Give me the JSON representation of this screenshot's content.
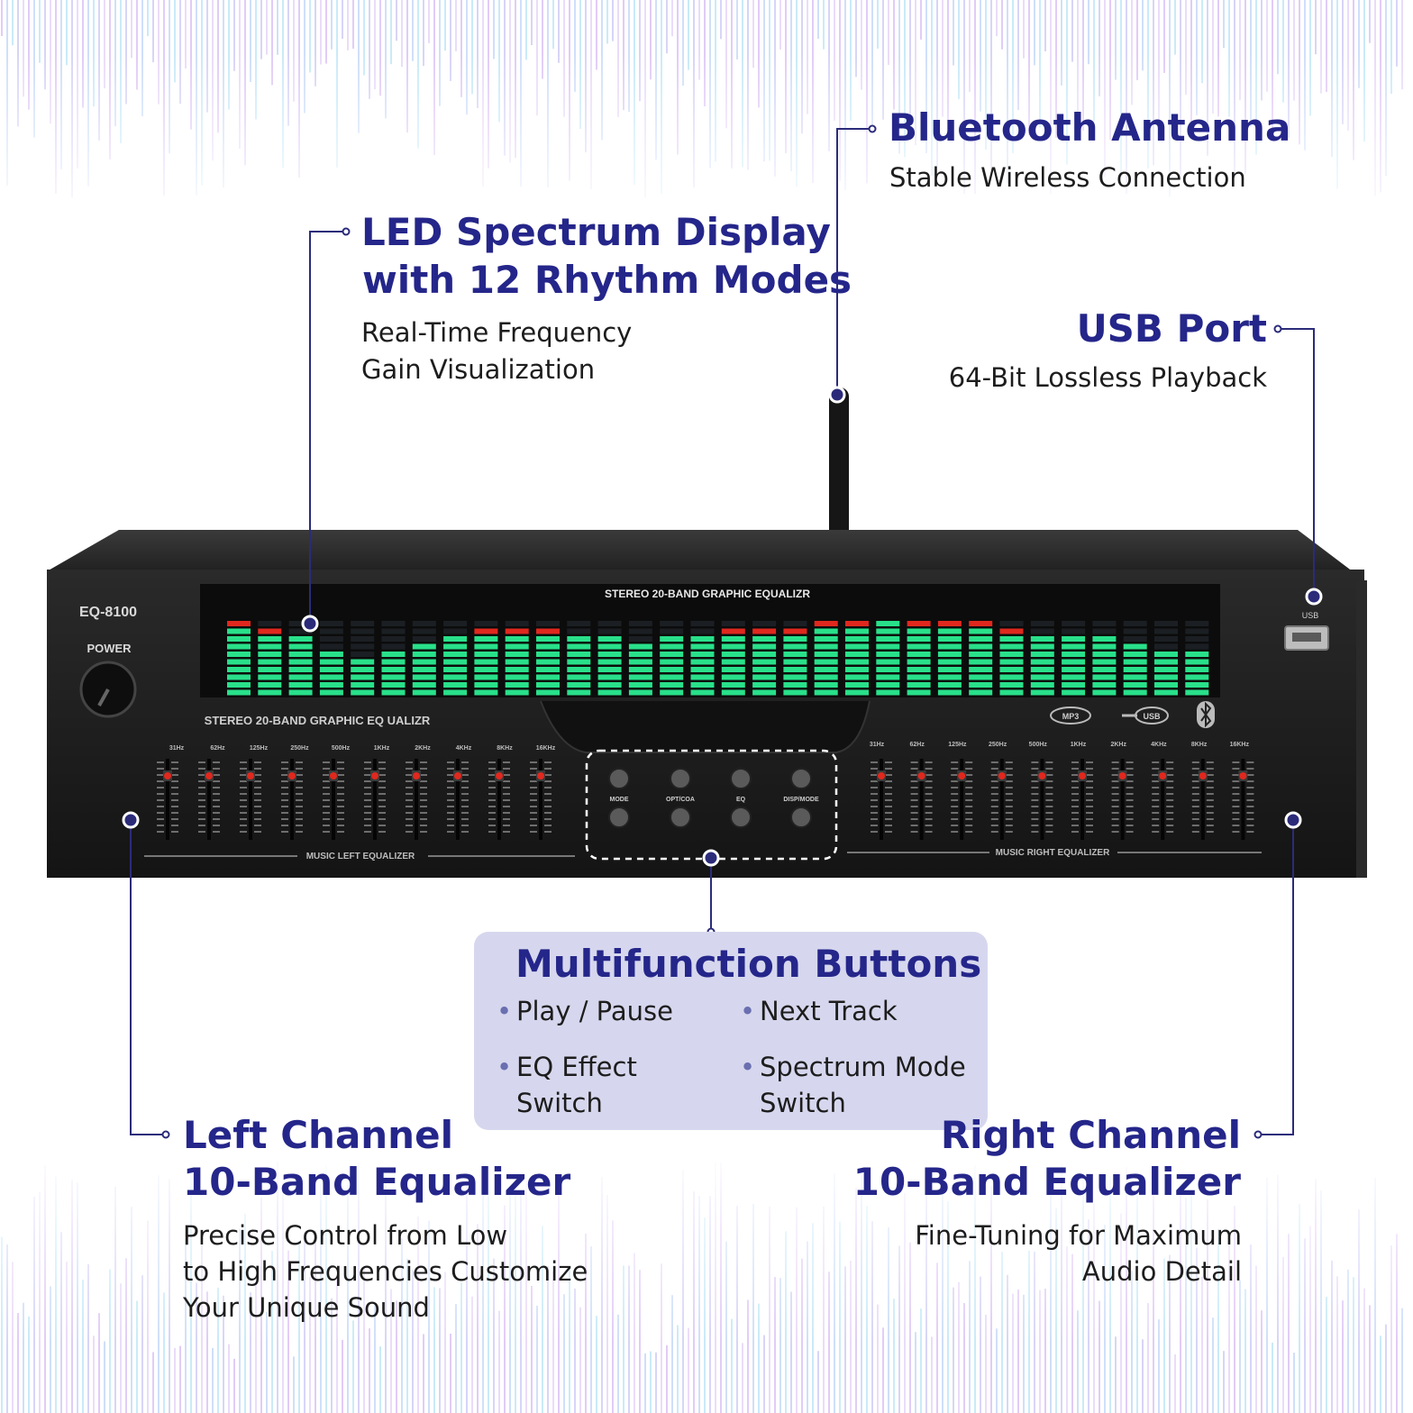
{
  "device": {
    "model": "EQ-8100",
    "power_label": "POWER",
    "display_title": "STEREO 20-BAND GRAPHIC EQUALIZR",
    "panel_title": "STEREO 20-BAND GRAPHIC EQ UALIZR",
    "usb_label": "USB",
    "left_eq_label": "MUSIC LEFT EQUALIZER",
    "right_eq_label": "MUSIC RIGHT EQUALIZER",
    "freq_labels": [
      "31Hz",
      "62Hz",
      "125Hz",
      "250Hz",
      "500Hz",
      "1KHz",
      "2KHz",
      "4KHz",
      "8KHz",
      "16KHz"
    ],
    "button_labels": [
      "MODE",
      "OPT/COA",
      "EQ",
      "DISP/MODE"
    ],
    "badge_mp3": "MP3",
    "badge_usb": "USB",
    "spectrum_levels": [
      0.95,
      0.85,
      0.75,
      0.55,
      0.45,
      0.55,
      0.65,
      0.75,
      0.85,
      0.85,
      0.8,
      0.75,
      0.7,
      0.65,
      0.7,
      0.75,
      0.8,
      0.85,
      0.85,
      0.9,
      0.95,
      1.0,
      0.95,
      0.9,
      0.95,
      0.8,
      0.75,
      0.75,
      0.7,
      0.65,
      0.6,
      0.55
    ]
  },
  "callouts": {
    "bluetooth": {
      "title": "Bluetooth Antenna",
      "subtitle": "Stable Wireless Connection"
    },
    "led": {
      "title_line1": "LED Spectrum Display",
      "title_line2": "with 12 Rhythm Modes",
      "subtitle_line1": "Real-Time Frequency",
      "subtitle_line2": "Gain Visualization"
    },
    "usb": {
      "title": "USB Port",
      "subtitle": "64-Bit Lossless Playback"
    },
    "multifunction": {
      "title": "Multifunction Buttons",
      "items": [
        "Play / Pause",
        "Next Track",
        "EQ Effect",
        "Switch",
        "Spectrum Mode",
        "Switch"
      ]
    },
    "left": {
      "title_line1": "Left Channel",
      "title_line2": "10-Band Equalizer",
      "subtitle_line1": "Precise Control from Low",
      "subtitle_line2": "to High Frequencies Customize",
      "subtitle_line3": "Your Unique Sound"
    },
    "right": {
      "title_line1": "Right Channel",
      "title_line2": "10-Band Equalizer",
      "subtitle_line1": "Fine-Tuning for Maximum",
      "subtitle_line2": "Audio Detail"
    }
  },
  "colors": {
    "title": "#25268a",
    "body_text": "#1d1d1d",
    "led_green": "#29e08a",
    "led_red": "#e0281e",
    "chassis": "#1a1a1a",
    "box": "#d6d7ee"
  }
}
